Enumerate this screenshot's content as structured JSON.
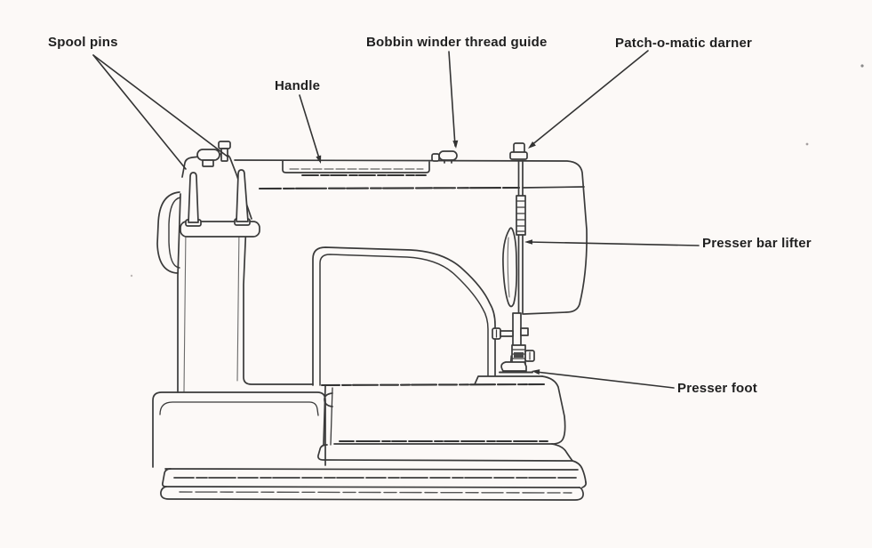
{
  "figure": {
    "type": "labeled-line-diagram",
    "subject": "Front view line drawing of a sewing machine with part callouts",
    "colors": {
      "paper": "#fcf9f7",
      "ink": "#3a3a3a",
      "label_text": "#1f1f1f"
    },
    "labels": {
      "spool_pins": "Spool pins",
      "handle": "Handle",
      "bobbin_winder_thread_guide": "Bobbin winder thread guide",
      "patch_o_matic_darner": "Patch-o-matic darner",
      "presser_bar_lifter": "Presser bar lifter",
      "presser_foot": "Presser foot"
    }
  }
}
